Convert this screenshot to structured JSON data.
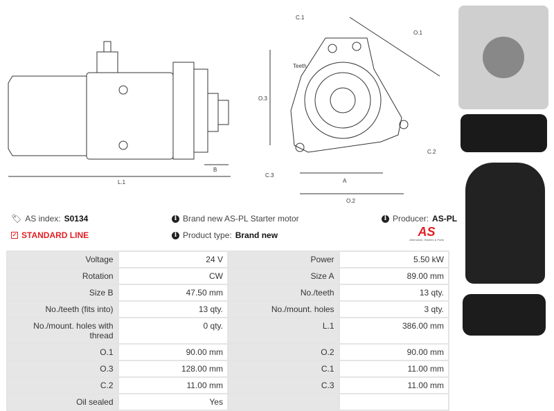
{
  "drawings": {
    "side": {
      "l1": "L.1",
      "b": "B"
    },
    "front": {
      "c1": "C.1",
      "o1": "O.1",
      "teeth": "Teeth",
      "o3": "O.3",
      "c2": "C.2",
      "c3": "C.3",
      "a": "A",
      "o2": "O.2"
    }
  },
  "info": {
    "as_index_label": "AS index:",
    "as_index_value": "S0134",
    "line": "STANDARD LINE",
    "description": "Brand new AS-PL Starter motor",
    "product_type_label": "Product type:",
    "product_type_value": "Brand new",
    "producer_label": "Producer:",
    "producer_value": "AS-PL",
    "logo_text": "AS",
    "logo_tagline": "Alternators, Starters & Parts"
  },
  "colors": {
    "accent": "#e31e24"
  },
  "specs": [
    [
      "Voltage",
      "24 V",
      "Power",
      "5.50 kW"
    ],
    [
      "Rotation",
      "CW",
      "Size A",
      "89.00 mm"
    ],
    [
      "Size B",
      "47.50 mm",
      "No./teeth",
      "13 qty."
    ],
    [
      "No./teeth (fits into)",
      "13 qty.",
      "No./mount. holes",
      "3 qty."
    ],
    [
      "No./mount. holes with thread",
      "0 qty.",
      "L.1",
      "386.00 mm"
    ],
    [
      "O.1",
      "90.00 mm",
      "O.2",
      "90.00 mm"
    ],
    [
      "O.3",
      "128.00 mm",
      "C.1",
      "11.00 mm"
    ],
    [
      "C.2",
      "11.00 mm",
      "C.3",
      "11.00 mm"
    ],
    [
      "Oil sealed",
      "Yes",
      "",
      ""
    ]
  ]
}
